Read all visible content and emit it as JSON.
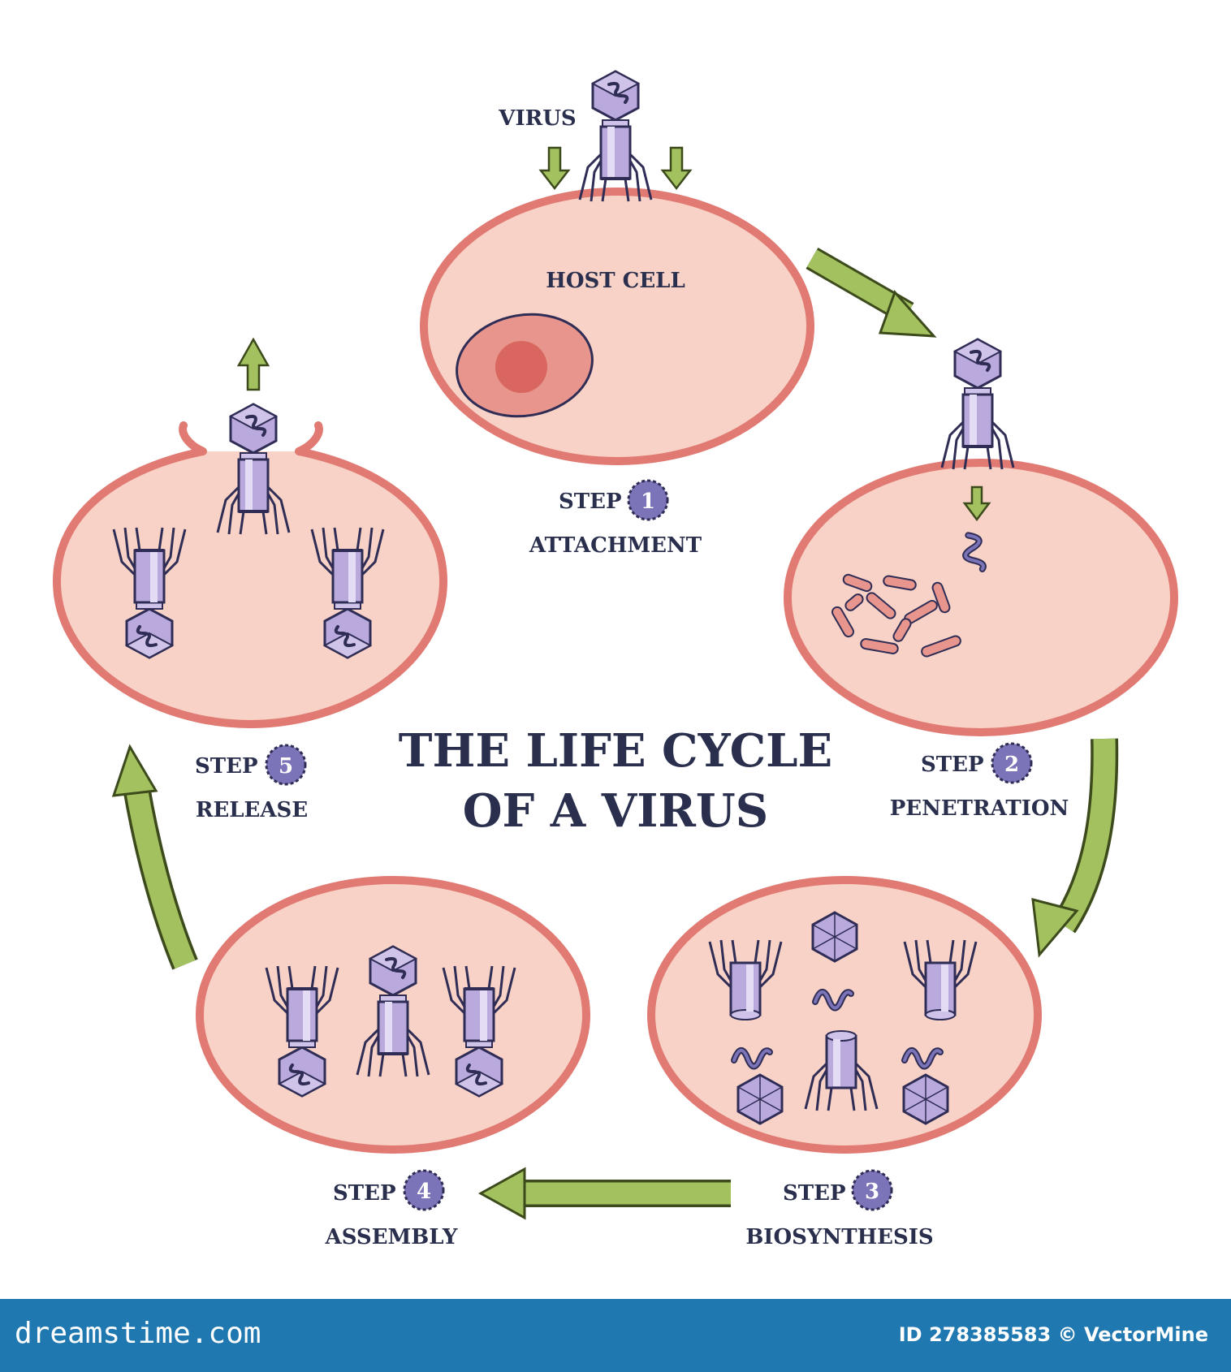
{
  "title": {
    "line1": "THE LIFE CYCLE",
    "line2": "OF A VIRUS"
  },
  "labels": {
    "virus": "VIRUS",
    "host_cell": "HOST CELL"
  },
  "steps": [
    {
      "word": "STEP",
      "number": "1",
      "name": "ATTACHMENT"
    },
    {
      "word": "STEP",
      "number": "2",
      "name": "PENETRATION"
    },
    {
      "word": "STEP",
      "number": "3",
      "name": "BIOSYNTHESIS"
    },
    {
      "word": "STEP",
      "number": "4",
      "name": "ASSEMBLY"
    },
    {
      "word": "STEP",
      "number": "5",
      "name": "RELEASE"
    }
  ],
  "footer": {
    "brand": "dreamstime.com",
    "id_text": "ID 278385583 © VectorMine"
  },
  "colors": {
    "cell_fill": "#f8d2c7",
    "cell_stroke": "#e07a72",
    "virus_fill": "#b9a9dc",
    "virus_stroke": "#2f2d55",
    "arrow_fill": "#a3c25f",
    "arrow_stroke": "#3c4a1c",
    "badge_fill": "#7c74b8",
    "footer_bg": "#1f78b0"
  }
}
